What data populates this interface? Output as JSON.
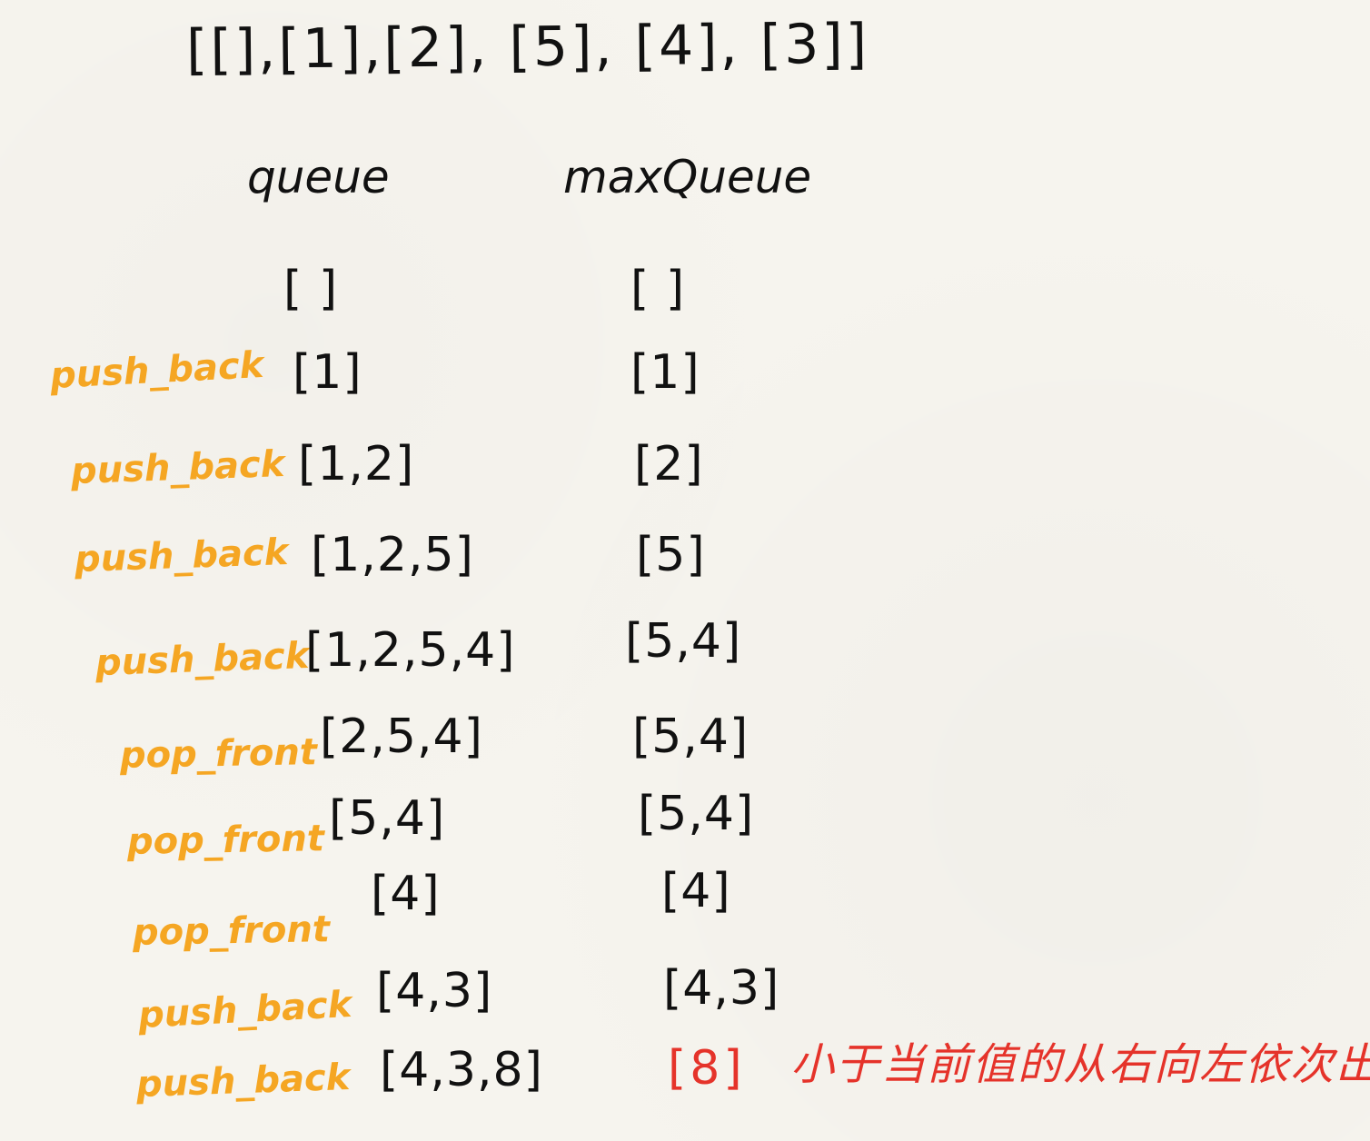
{
  "sequence": "[[],[1],[2], [5], [4], [3]]",
  "headers": {
    "queue": "queue",
    "max_queue": "maxQueue"
  },
  "rows": [
    {
      "op": "",
      "queue": "[ ]",
      "max_queue": "[ ]"
    },
    {
      "op": "push_back",
      "queue": "[1]",
      "max_queue": "[1]"
    },
    {
      "op": "push_back",
      "queue": "[1,2]",
      "max_queue": "[2]"
    },
    {
      "op": "push_back",
      "queue": "[1,2,5]",
      "max_queue": "[5]"
    },
    {
      "op": "push_back",
      "queue": "[1,2,5,4]",
      "max_queue": "[5,4]"
    },
    {
      "op": "pop_front",
      "queue": "[2,5,4]",
      "max_queue": "[5,4]"
    },
    {
      "op": "pop_front",
      "queue": "[5,4]",
      "max_queue": "[5,4]"
    },
    {
      "op": "pop_front",
      "queue": "[4]",
      "max_queue": "[4]"
    },
    {
      "op": "push_back",
      "queue": "[4,3]",
      "max_queue": "[4,3]"
    },
    {
      "op": "push_back",
      "queue": "[4,3,8]",
      "max_queue": "[8]"
    }
  ],
  "note": "小于当前值的从右向左依次出栈",
  "colors": {
    "operation": "#f5a623",
    "highlight": "#e5332a",
    "ink": "#111111",
    "paper": "#f6f4ee"
  }
}
